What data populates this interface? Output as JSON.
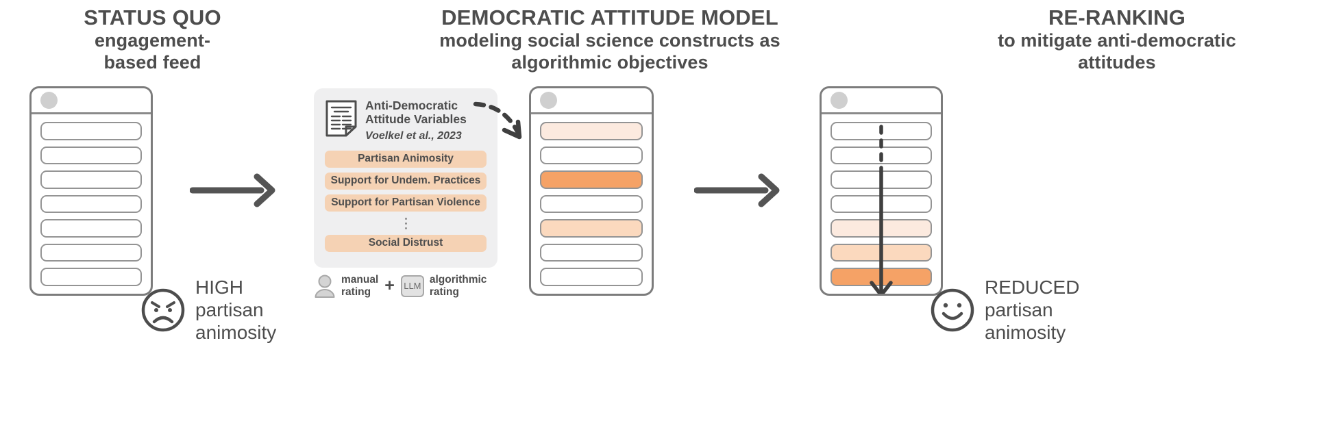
{
  "panels": {
    "status_quo": {
      "title": "STATUS QUO",
      "subtitle": "engagement-\nbased feed"
    },
    "model": {
      "title": "DEMOCRATIC ATTITUDE MODEL",
      "subtitle": "modeling social science constructs as\nalgorithmic objectives"
    },
    "reranking": {
      "title": "RE-RANKING",
      "subtitle": "to mitigate anti-democratic\nattitudes"
    }
  },
  "model_panel": {
    "doc_icon": "document-icon",
    "doc_title_line1": "Anti-Democratic",
    "doc_title_line2": "Attitude Variables",
    "citation": "Voelkel et al., 2023",
    "variables": [
      "Partisan Animosity",
      "Support for Undem. Practices",
      "Support for Partisan Violence",
      "Social Distrust"
    ],
    "ellipsis_after_index": 2
  },
  "legend": {
    "manual_icon": "person-icon",
    "manual_line1": "manual",
    "manual_line2": "rating",
    "plus": "+",
    "llm_label": "LLM",
    "algorithmic_line1": "algorithmic",
    "algorithmic_line2": "rating"
  },
  "outcomes": {
    "high": {
      "icon": "angry-face-icon",
      "line1": "HIGH",
      "line2": "partisan",
      "line3": "animosity"
    },
    "reduced": {
      "icon": "smiling-face-icon",
      "line1": "REDUCED",
      "line2": "partisan",
      "line3": "animosity"
    }
  },
  "feeds": {
    "status_quo_rows": [
      "none",
      "none",
      "none",
      "none",
      "none",
      "none",
      "none"
    ],
    "model_rows": [
      "light",
      "none",
      "strong",
      "none",
      "medium",
      "none",
      "none"
    ],
    "reranked_rows": [
      "none",
      "none",
      "none",
      "none",
      "light",
      "medium",
      "strong"
    ]
  },
  "colors": {
    "accent_strong": "#f5a266",
    "accent_medium": "#fbd9be",
    "accent_light": "#fceadf",
    "pill": "#f5d2b4",
    "panel_bg": "#efeff0",
    "text": "#4d4d4d",
    "outline": "#7c7c7c"
  }
}
